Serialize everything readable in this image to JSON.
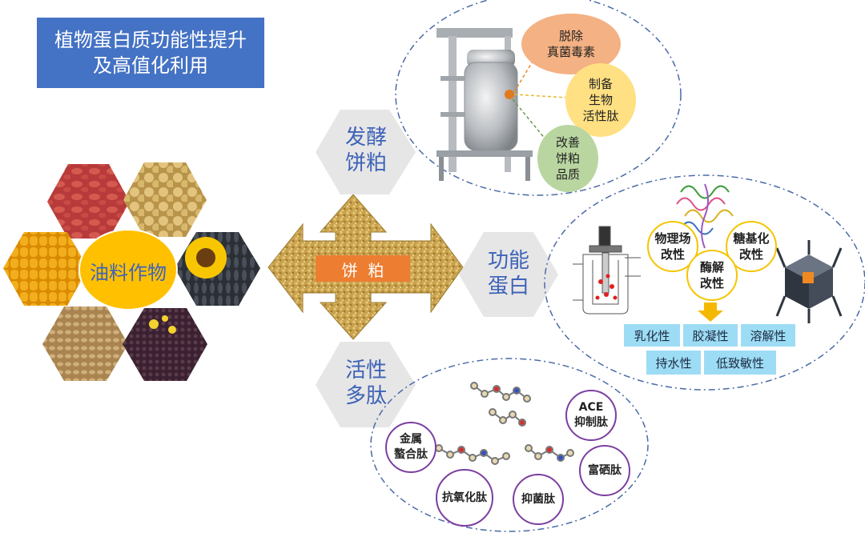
{
  "title": {
    "line1": "植物蛋白质功能性提升",
    "line2": "及高值化利用"
  },
  "crops": {
    "label": "油料作物"
  },
  "center": {
    "label": "饼  粕"
  },
  "branches": {
    "fermented": {
      "line1": "发酵",
      "line2": "饼粕"
    },
    "functional": {
      "line1": "功能",
      "line2": "蛋白"
    },
    "peptide": {
      "line1": "活性",
      "line2": "多肽"
    }
  },
  "fermentation_effects": [
    {
      "line1": "脱除",
      "line2": "真菌毒素",
      "line3": ""
    },
    {
      "line1": "制备",
      "line2": "生物",
      "line3": "活性肽"
    },
    {
      "line1": "改善",
      "line2": "饼粕",
      "line3": "品质"
    }
  ],
  "modifications": [
    {
      "line1": "物理场",
      "line2": "改性"
    },
    {
      "line1": "糖基化",
      "line2": "改性"
    },
    {
      "line1": "酶解",
      "line2": "改性"
    }
  ],
  "properties": [
    "乳化性",
    "胶凝性",
    "溶解性",
    "持水性",
    "低致敏性"
  ],
  "peptide_types": [
    {
      "line1": "金属",
      "line2": "螯合肽"
    },
    {
      "line1": "ACE",
      "line2": "抑制肽"
    },
    {
      "line1": "富硒肽",
      "line2": ""
    },
    {
      "line1": "抗氧化肽",
      "line2": ""
    },
    {
      "line1": "抑菌肽",
      "line2": ""
    }
  ],
  "colors": {
    "title_bg": "#4472C4",
    "branch_text": "#3E63B8",
    "center_bar": "#ED7D31",
    "oval_border": "#4A6AA8",
    "purple": "#7B3FA0",
    "yellow": "#F5C400",
    "property_bg": "#9DDCF5",
    "crop_ellipse": "#FFC000"
  }
}
